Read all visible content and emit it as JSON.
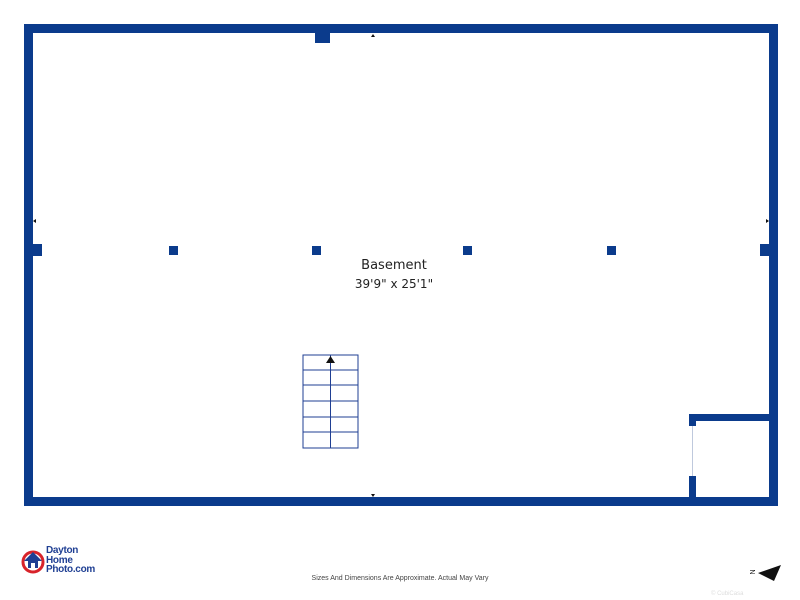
{
  "room": {
    "name": "Basement",
    "dimensions": "39'9\" x 25'1\""
  },
  "footer": {
    "note": "Sizes And Dimensions Are Approximate. Actual May Vary"
  },
  "logo": {
    "line1": "Dayton",
    "line2": "Home",
    "line3": "Photo.com"
  },
  "compass": {
    "label": "N"
  },
  "watermark": {
    "text": "© CubiCasa"
  },
  "colors": {
    "wall": "#0b3b8c",
    "logo_red": "#d8232a",
    "logo_blue": "#1f3f93",
    "stairs": "#1f3f93"
  }
}
